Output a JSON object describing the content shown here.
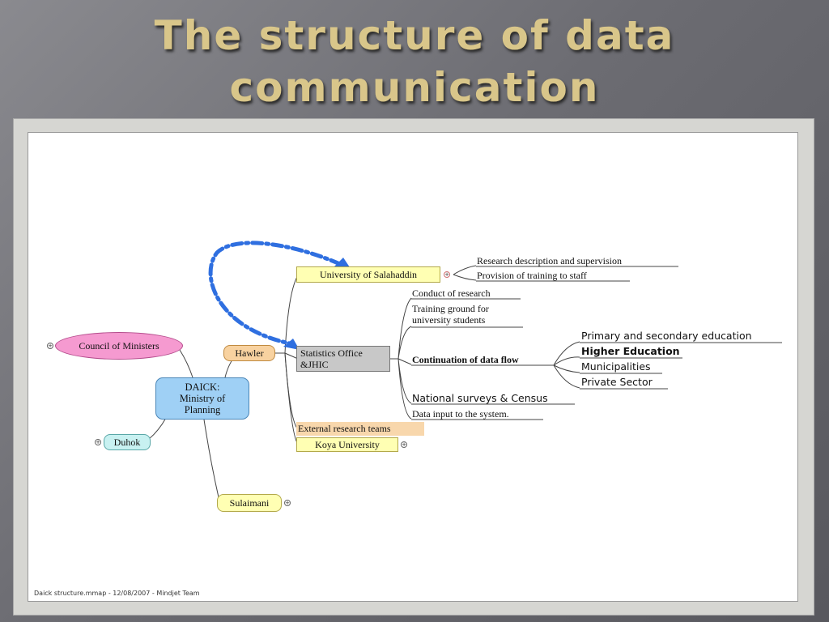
{
  "title": {
    "line1": "The structure of data",
    "line2": "communication"
  },
  "nodes": {
    "center": [
      "DAICK:",
      "Ministry of",
      "Planning"
    ],
    "council": "Council of Ministers",
    "hawler": "Hawler",
    "duhok": "Duhok",
    "sulaimani": "Sulaimani",
    "university_salahaddin": "University of Salahaddin",
    "statistics_office": [
      "Statistics Office",
      "&JHIC"
    ],
    "external_research": "External research teams",
    "koya_university": "Koya University"
  },
  "salahaddin_children": [
    "Research description and supervision",
    "Provision of training to staff"
  ],
  "statistics_children": {
    "conduct": "Conduct of research",
    "training": [
      "Training ground for",
      "university students"
    ],
    "continuation": "Continuation of data flow",
    "national": "National surveys & Census",
    "data_input": "Data input to the system."
  },
  "data_flow_children": [
    "Primary and secondary education",
    "Higher Education",
    "Municipalities",
    "Private Sector"
  ],
  "fold_symbol": "+",
  "footer": "Daick structure.mmap - 12/08/2007 - Mindjet Team",
  "colors": {
    "title": "#d9c68a",
    "council": "#f59ad0",
    "center": "#9fd0f5",
    "duhok": "#c8f1f1",
    "hawler": "#f8d2a0",
    "yellow_node": "#ffffb3",
    "statistics": "#c8c8c8",
    "external": "#f8d7ac",
    "dashed_arrow": "#2f6fe0"
  }
}
